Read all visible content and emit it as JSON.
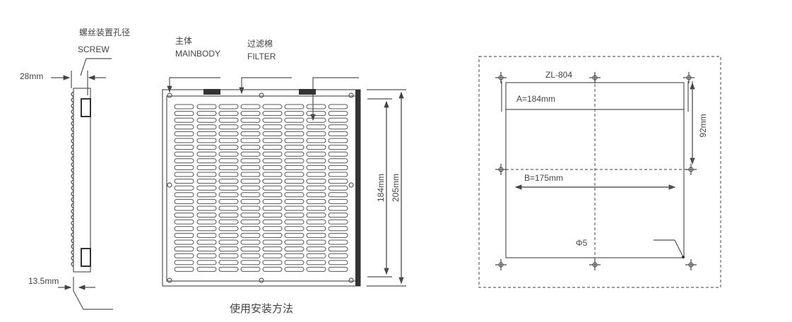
{
  "side_view": {
    "screw_label_cn": "螺丝装置孔径",
    "screw_label_en": "SCREW",
    "depth_top": "28mm",
    "depth_bottom": "13.5mm"
  },
  "front_view": {
    "mainbody_cn": "主体",
    "mainbody_en": "MAINBODY",
    "filter_cn": "过滤棉",
    "filter_en": "FILTER",
    "inner_height": "184mm",
    "outer_height": "205mm",
    "caption": "使用安装方法"
  },
  "cutout": {
    "model": "ZL-804",
    "dim_a": "A=184mm",
    "dim_b": "B=175mm",
    "dim_half": "92mm",
    "hole": "Φ5"
  }
}
